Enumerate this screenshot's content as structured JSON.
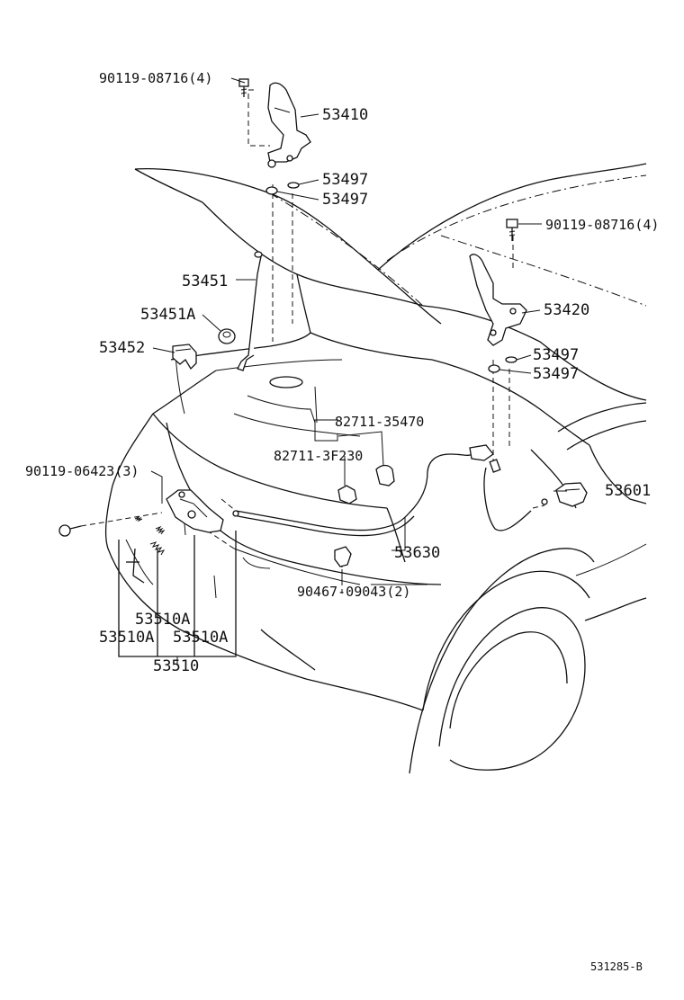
{
  "diagram": {
    "labels": {
      "bolt_hinge_left": "90119-08716(4)",
      "hinge_left": "53410",
      "cushion_1": "53497",
      "cushion_2": "53497",
      "bolt_hinge_right": "90119-08716(4)",
      "support_rod": "53451",
      "support_grommet": "53451A",
      "rod_holder": "53452",
      "hinge_right": "53420",
      "cushion_3": "53497",
      "cushion_4": "53497",
      "clamp_1": "82711-35470",
      "clamp_2": "82711-3F230",
      "bolt_lock": "90119-06423(3)",
      "release_lever": "53601",
      "release_cable": "53630",
      "clip": "90467-09043(2)",
      "lock_sub_a_top": "53510A",
      "lock_sub_a_left": "53510A",
      "lock_sub_a_right": "53510A",
      "lock_assy": "53510"
    },
    "figure_code": "531285-B"
  }
}
